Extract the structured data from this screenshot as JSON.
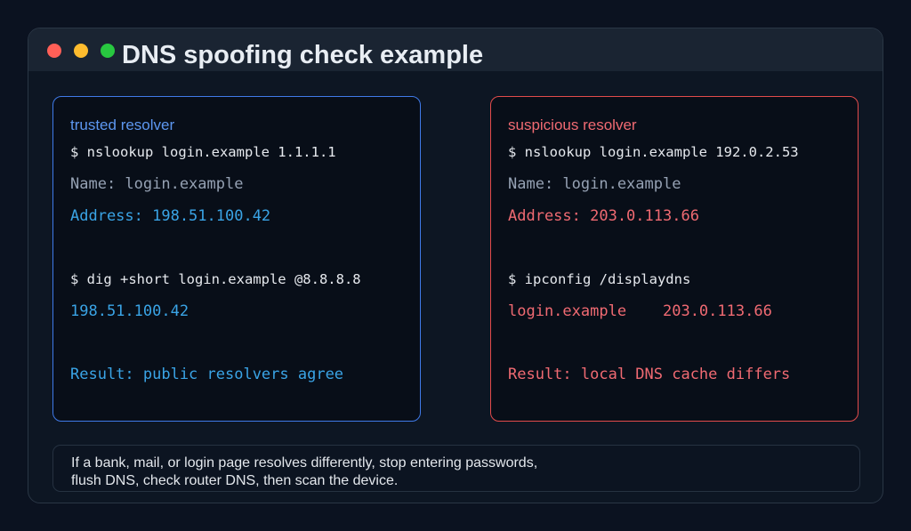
{
  "window": {
    "title": "DNS spoofing check example"
  },
  "trusted": {
    "heading": "trusted resolver",
    "lines": [
      "$ nslookup login.example 1.1.1.1",
      "Name: login.example",
      "Address: 198.51.100.42",
      "$ dig +short login.example @8.8.8.8",
      "198.51.100.42",
      "Result: public resolvers agree"
    ]
  },
  "suspicious": {
    "heading": "suspicious resolver",
    "lines": [
      "$ nslookup login.example 192.0.2.53",
      "Name: login.example",
      "Address: 203.0.113.66",
      "$ ipconfig /displaydns",
      "login.example    203.0.113.66",
      "Result: local DNS cache differs"
    ]
  },
  "note": {
    "line1": "If a bank, mail, or login page resolves differently, stop entering passwords,",
    "line2": "flush DNS, check router DNS, then scan the device."
  },
  "colors": {
    "trusted_accent": "#3f7ae8",
    "suspicious_accent": "#e24b4b",
    "value_blue": "#3aa4e6",
    "value_red": "#f06a72"
  }
}
